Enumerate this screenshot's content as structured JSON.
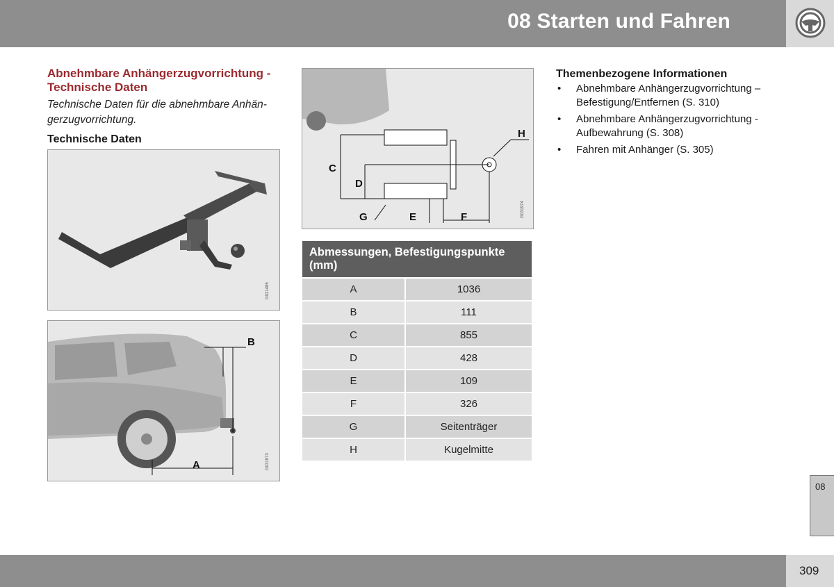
{
  "header": {
    "chapter_title": "08 Starten und Fahren",
    "icon": "steering-wheel-icon"
  },
  "article": {
    "title": "Abnehmbare Anhängerzugvorrichtung - Technische Daten",
    "intro": "Technische Daten für die abnehmbare Anhän-gerzugvorrichtung.",
    "subheading": "Technische Daten"
  },
  "figures": {
    "towbar": {
      "code": "G021485"
    },
    "car_side": {
      "code": "G031973",
      "labels": [
        "A",
        "B"
      ]
    },
    "diagram": {
      "code": "G031974",
      "labels": [
        "C",
        "D",
        "G",
        "E",
        "F",
        "H"
      ]
    }
  },
  "dimensions_table": {
    "title": "Abmessungen, Befestigungspunkte (mm)",
    "rows": [
      {
        "key": "A",
        "value": "1036"
      },
      {
        "key": "B",
        "value": "111"
      },
      {
        "key": "C",
        "value": "855"
      },
      {
        "key": "D",
        "value": "428"
      },
      {
        "key": "E",
        "value": "109"
      },
      {
        "key": "F",
        "value": "326"
      },
      {
        "key": "G",
        "value": "Seitenträger"
      },
      {
        "key": "H",
        "value": "Kugelmitte"
      }
    ]
  },
  "related": {
    "title": "Themenbezogene Informationen",
    "bullet": "•",
    "items": [
      "Abnehmbare Anhängerzugvorrichtung – Befestigung/Entfernen (S. 310)",
      "Abnehmbare Anhängerzugvorrichtung - Aufbewahrung (S. 308)",
      "Fahren mit Anhänger (S. 305)"
    ]
  },
  "footer": {
    "chapter_tab": "08",
    "page_number": "309"
  }
}
